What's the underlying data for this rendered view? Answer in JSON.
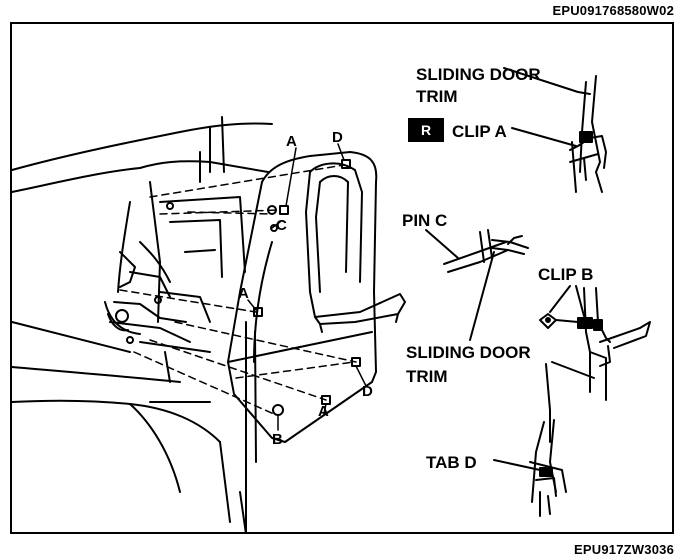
{
  "codes": {
    "top": "EPU091768580W02",
    "bottom": "EPU917ZW3036"
  },
  "labels": {
    "sliding_door_trim_top_line1": "SLIDING DOOR",
    "sliding_door_trim_top_line2": "TRIM",
    "badge": "R",
    "clip_a": "CLIP A",
    "pin_c": "PIN C",
    "clip_b": "CLIP B",
    "sliding_door_trim_mid_line1": "SLIDING DOOR",
    "sliding_door_trim_mid_line2": "TRIM",
    "tab_d": "TAB D",
    "point_a_top": "A",
    "point_d_top": "D",
    "point_c": "C",
    "point_a_mid": "A",
    "point_d_bottom": "D",
    "point_a_bottom": "A",
    "point_b": "B"
  }
}
